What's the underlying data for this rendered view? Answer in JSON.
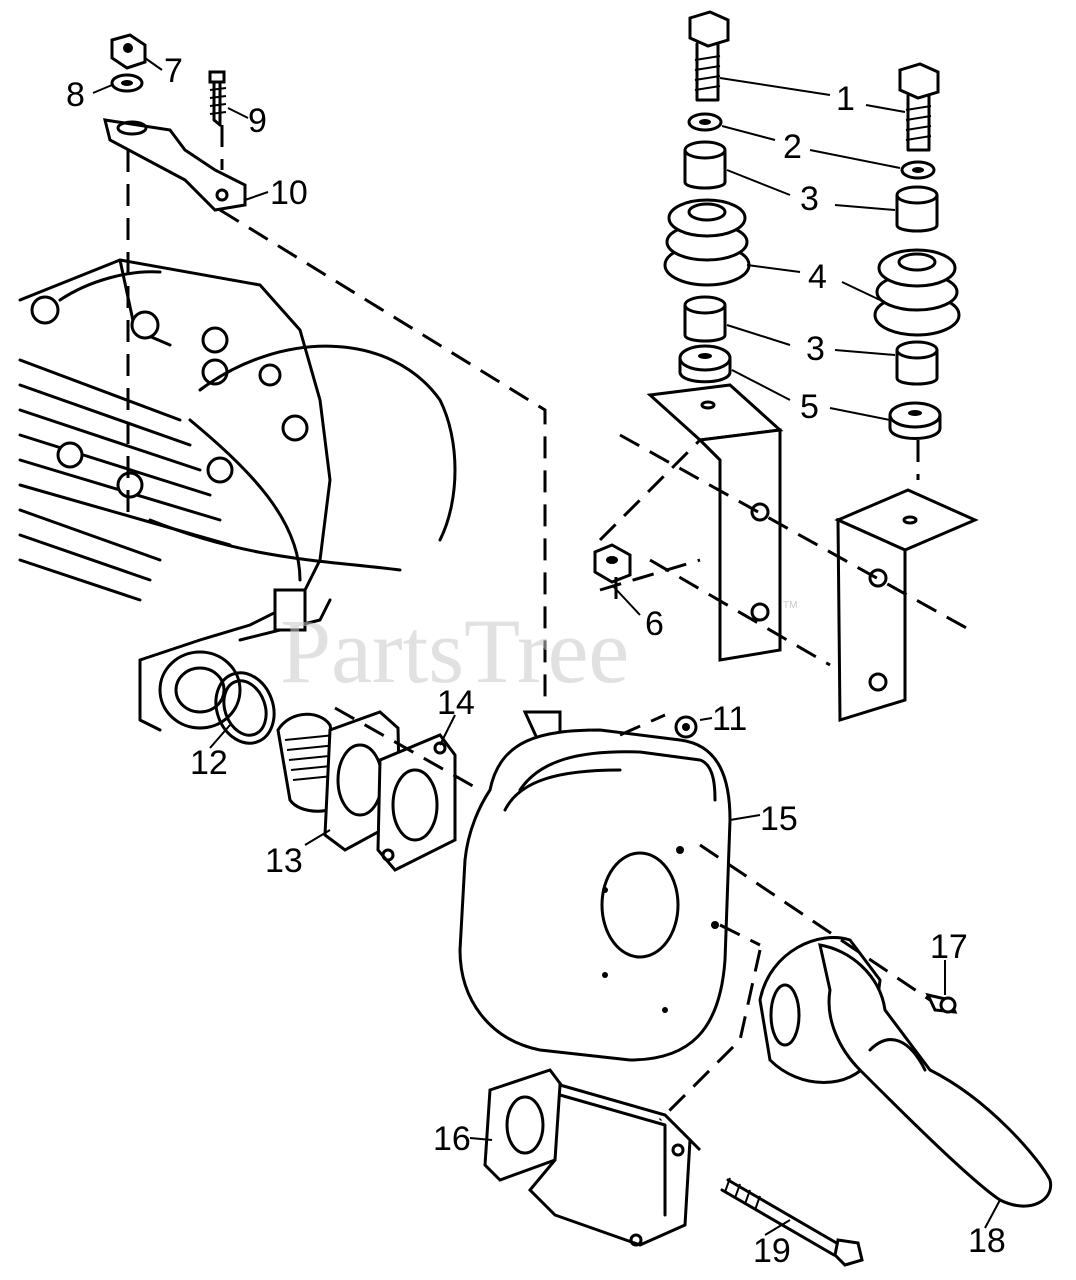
{
  "watermark": {
    "text": "PartsTree",
    "mark": "TM"
  },
  "callouts": [
    "1",
    "2",
    "3",
    "3",
    "4",
    "5",
    "6",
    "7",
    "8",
    "9",
    "10",
    "11",
    "12",
    "13",
    "14",
    "15",
    "16",
    "17",
    "18",
    "19"
  ]
}
